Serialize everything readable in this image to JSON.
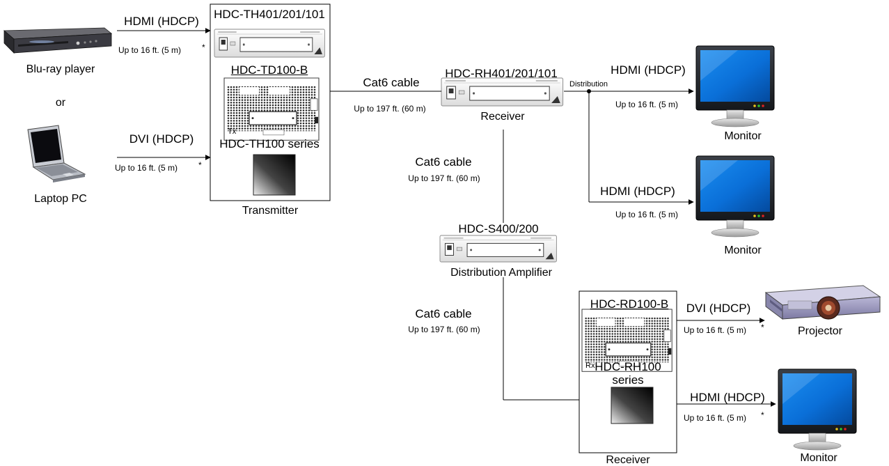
{
  "sources": {
    "bluray": "Blu-ray player",
    "or": "or",
    "laptop": "Laptop PC"
  },
  "links": {
    "hdmi_in": "HDMI (HDCP)",
    "hdmi_in_len": "Up to 16 ft. (5 m)",
    "dvi_in": "DVI (HDCP)",
    "dvi_in_len": "Up to 16 ft. (5 m)",
    "cat6_1": "Cat6 cable",
    "cat6_1_len": "Up to 197 ft. (60 m)",
    "cat6_2": "Cat6 cable",
    "cat6_2_len": "Up to 197 ft. (60 m)",
    "cat6_3": "Cat6 cable",
    "cat6_3_len": "Up to 197 ft. (60 m)",
    "distribution": "Distribution",
    "hdmi_out1": "HDMI (HDCP)",
    "hdmi_out1_len": "Up to 16 ft. (5 m)",
    "hdmi_out2": "HDMI (HDCP)",
    "hdmi_out2_len": "Up to 16 ft. (5 m)",
    "dvi_out": "DVI (HDCP)",
    "dvi_out_len": "Up to 16 ft. (5 m)",
    "hdmi_out3": "HDMI (HDCP)",
    "hdmi_out3_len": "Up to 16 ft. (5 m)",
    "asterisk": "*"
  },
  "transmitter": {
    "model_th401": "HDC-TH401/201/101",
    "model_td100": "HDC-TD100-B",
    "model_th100": "HDC-TH100 series",
    "label": "Transmitter",
    "panel_tx": "Tx"
  },
  "receiver1": {
    "model": "HDC-RH401/201/101",
    "label": "Receiver"
  },
  "amplifier": {
    "model": "HDC-S400/200",
    "label": "Distribution Amplifier"
  },
  "receiver2": {
    "model_rd100": "HDC-RD100-B",
    "model_rh100_l1": "HDC-RH100",
    "model_rh100_l2": "series",
    "label": "Receiver",
    "panel_rx": "Rx"
  },
  "destinations": {
    "monitor1": "Monitor",
    "monitor2": "Monitor",
    "projector": "Projector",
    "monitor3": "Monitor"
  }
}
